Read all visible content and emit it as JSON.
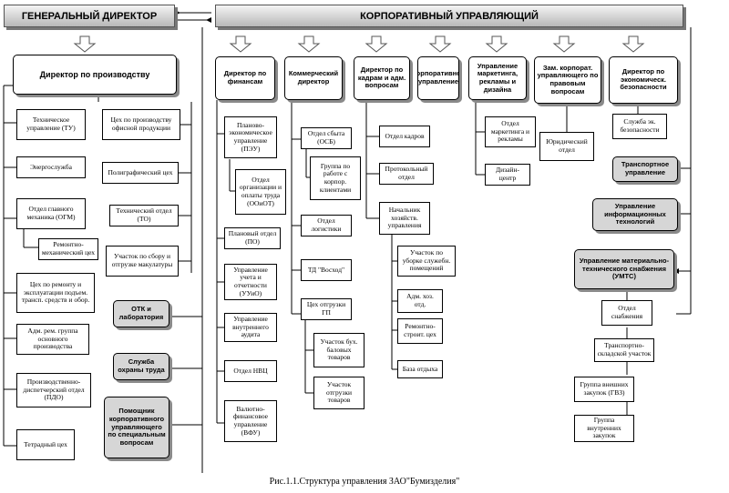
{
  "top": {
    "gen_director": "ГЕНЕРАЛЬНЫЙ ДИРЕКТОР",
    "corp_manager": "КОРПОРАТИВНЫЙ УПРАВЛЯЮЩИЙ"
  },
  "production": {
    "director": "Директор по производству",
    "left_col": [
      "Техническое управление (ТУ)",
      "Энергослужба",
      "Отдел главного механика (ОГМ)",
      "Ремонтно-механический цех",
      "Цех по ремонту и эксплуатации подъем. трансп. средств и обор.",
      "Адм. рем. группа основного производства",
      "Производственно-диспетчерский отдел (ПДО)",
      "Тетрадный цех"
    ],
    "right_col": [
      "Цех по производству офисной продукции",
      "Полиграфический цех",
      "Технический отдел (ТО)",
      "Участок по сбору и отгрузке макулатуры",
      "ОТК и лаборатория",
      "Служба охраны труда",
      "Помощник корпоративного управляющего по специальным вопросам"
    ]
  },
  "finance": {
    "director": "Директор по финансам",
    "items": [
      "Планово-экономическое управление (ПЭУ)",
      "Отдел организации и оплаты труда (ООиОТ)",
      "Плановый отдел (ПО)",
      "Управление учета и отчетности (УУиО)",
      "Управление внутреннего аудита",
      "Отдел НВЦ",
      "Валютно-финансовое управление (ВФУ)"
    ]
  },
  "commerce": {
    "director": "Коммерческий директор",
    "items": [
      "Отдел сбыта (ОСБ)",
      "Группа по работе с корпор. клиентами",
      "Отдел логистики",
      "ТД \"Восход\"",
      "Цех отгрузки ГП",
      "Участок бух. баловых товаров",
      "Участок отгрузки товаров"
    ]
  },
  "hr": {
    "director": "Директор по кадрам и адм. вопросам",
    "items": [
      "Отдел кадров",
      "Протокольный отдел",
      "Начальник хозяйств. управления",
      "Участок по уборке служебн. помещений",
      "Адм. хоз. отд.",
      "Ремонтно-строит. цех",
      "База отдыха"
    ]
  },
  "corp_law": "Корпоративное управление",
  "marketing": {
    "head": "Управление маркетинга, рекламы и дизайна",
    "items": [
      "Отдел маркетинга и рекламы",
      "Дизайн-центр"
    ]
  },
  "legal": {
    "head": "Зам. корпорат. управляющего по правовым вопросам",
    "items": [
      "Юридический отдел"
    ]
  },
  "security": {
    "head": "Директор по экономическ. безопасности",
    "items": [
      "Служба эк. безопасности"
    ]
  },
  "right_side": {
    "transport": "Транспортное управление",
    "it": "Управление информационных технологий",
    "umts": "Управление материально-технического снабжения (УМТС)",
    "items": [
      "Отдел снабжения",
      "Транспортно-складской участок",
      "Группа внешних закупок (ГВЗ)",
      "Группа внутренних закупок"
    ]
  },
  "caption": "Рис.1.1.Структура управления ЗАО\"Бумизделия\""
}
